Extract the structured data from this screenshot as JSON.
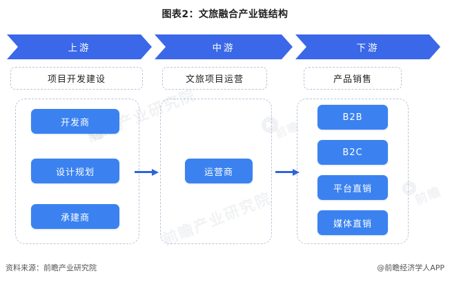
{
  "title": "图表2：文旅融合产业链结构",
  "colors": {
    "banner_blue": "#3b68e8",
    "card_blue": "#3b82f0",
    "arrow_blue": "#2f63db",
    "dashed_border": "#b9c4d6",
    "background": "#ffffff"
  },
  "banner": {
    "segments": [
      {
        "label": "上游"
      },
      {
        "label": "中游"
      },
      {
        "label": "下游"
      }
    ]
  },
  "stage_labels": [
    {
      "label": "项目开发建设"
    },
    {
      "label": "文旅项目运营"
    },
    {
      "label": "产品销售"
    }
  ],
  "columns": [
    {
      "name": "upstream",
      "nodes": [
        {
          "label": "开发商"
        },
        {
          "label": "设计规划"
        },
        {
          "label": "承建商"
        }
      ]
    },
    {
      "name": "midstream",
      "nodes": [
        {
          "label": "运营商"
        }
      ]
    },
    {
      "name": "downstream",
      "nodes": [
        {
          "label": "B2B"
        },
        {
          "label": "B2C"
        },
        {
          "label": "平台直销"
        },
        {
          "label": "媒体直销"
        }
      ]
    }
  ],
  "connectors": [
    {
      "from": "upstream",
      "to": "midstream",
      "icon": "arrow-right-icon"
    },
    {
      "from": "midstream",
      "to": "downstream",
      "icon": "arrow-right-icon"
    }
  ],
  "footer": {
    "source": "资料来源：前瞻产业研究院",
    "brand": "@前瞻经济学人APP"
  },
  "watermarks": [
    {
      "text": "前瞻产业研究院"
    },
    {
      "text": "前瞻产业研究院"
    },
    {
      "text": "前瞻"
    },
    {
      "text": "前瞻"
    }
  ]
}
